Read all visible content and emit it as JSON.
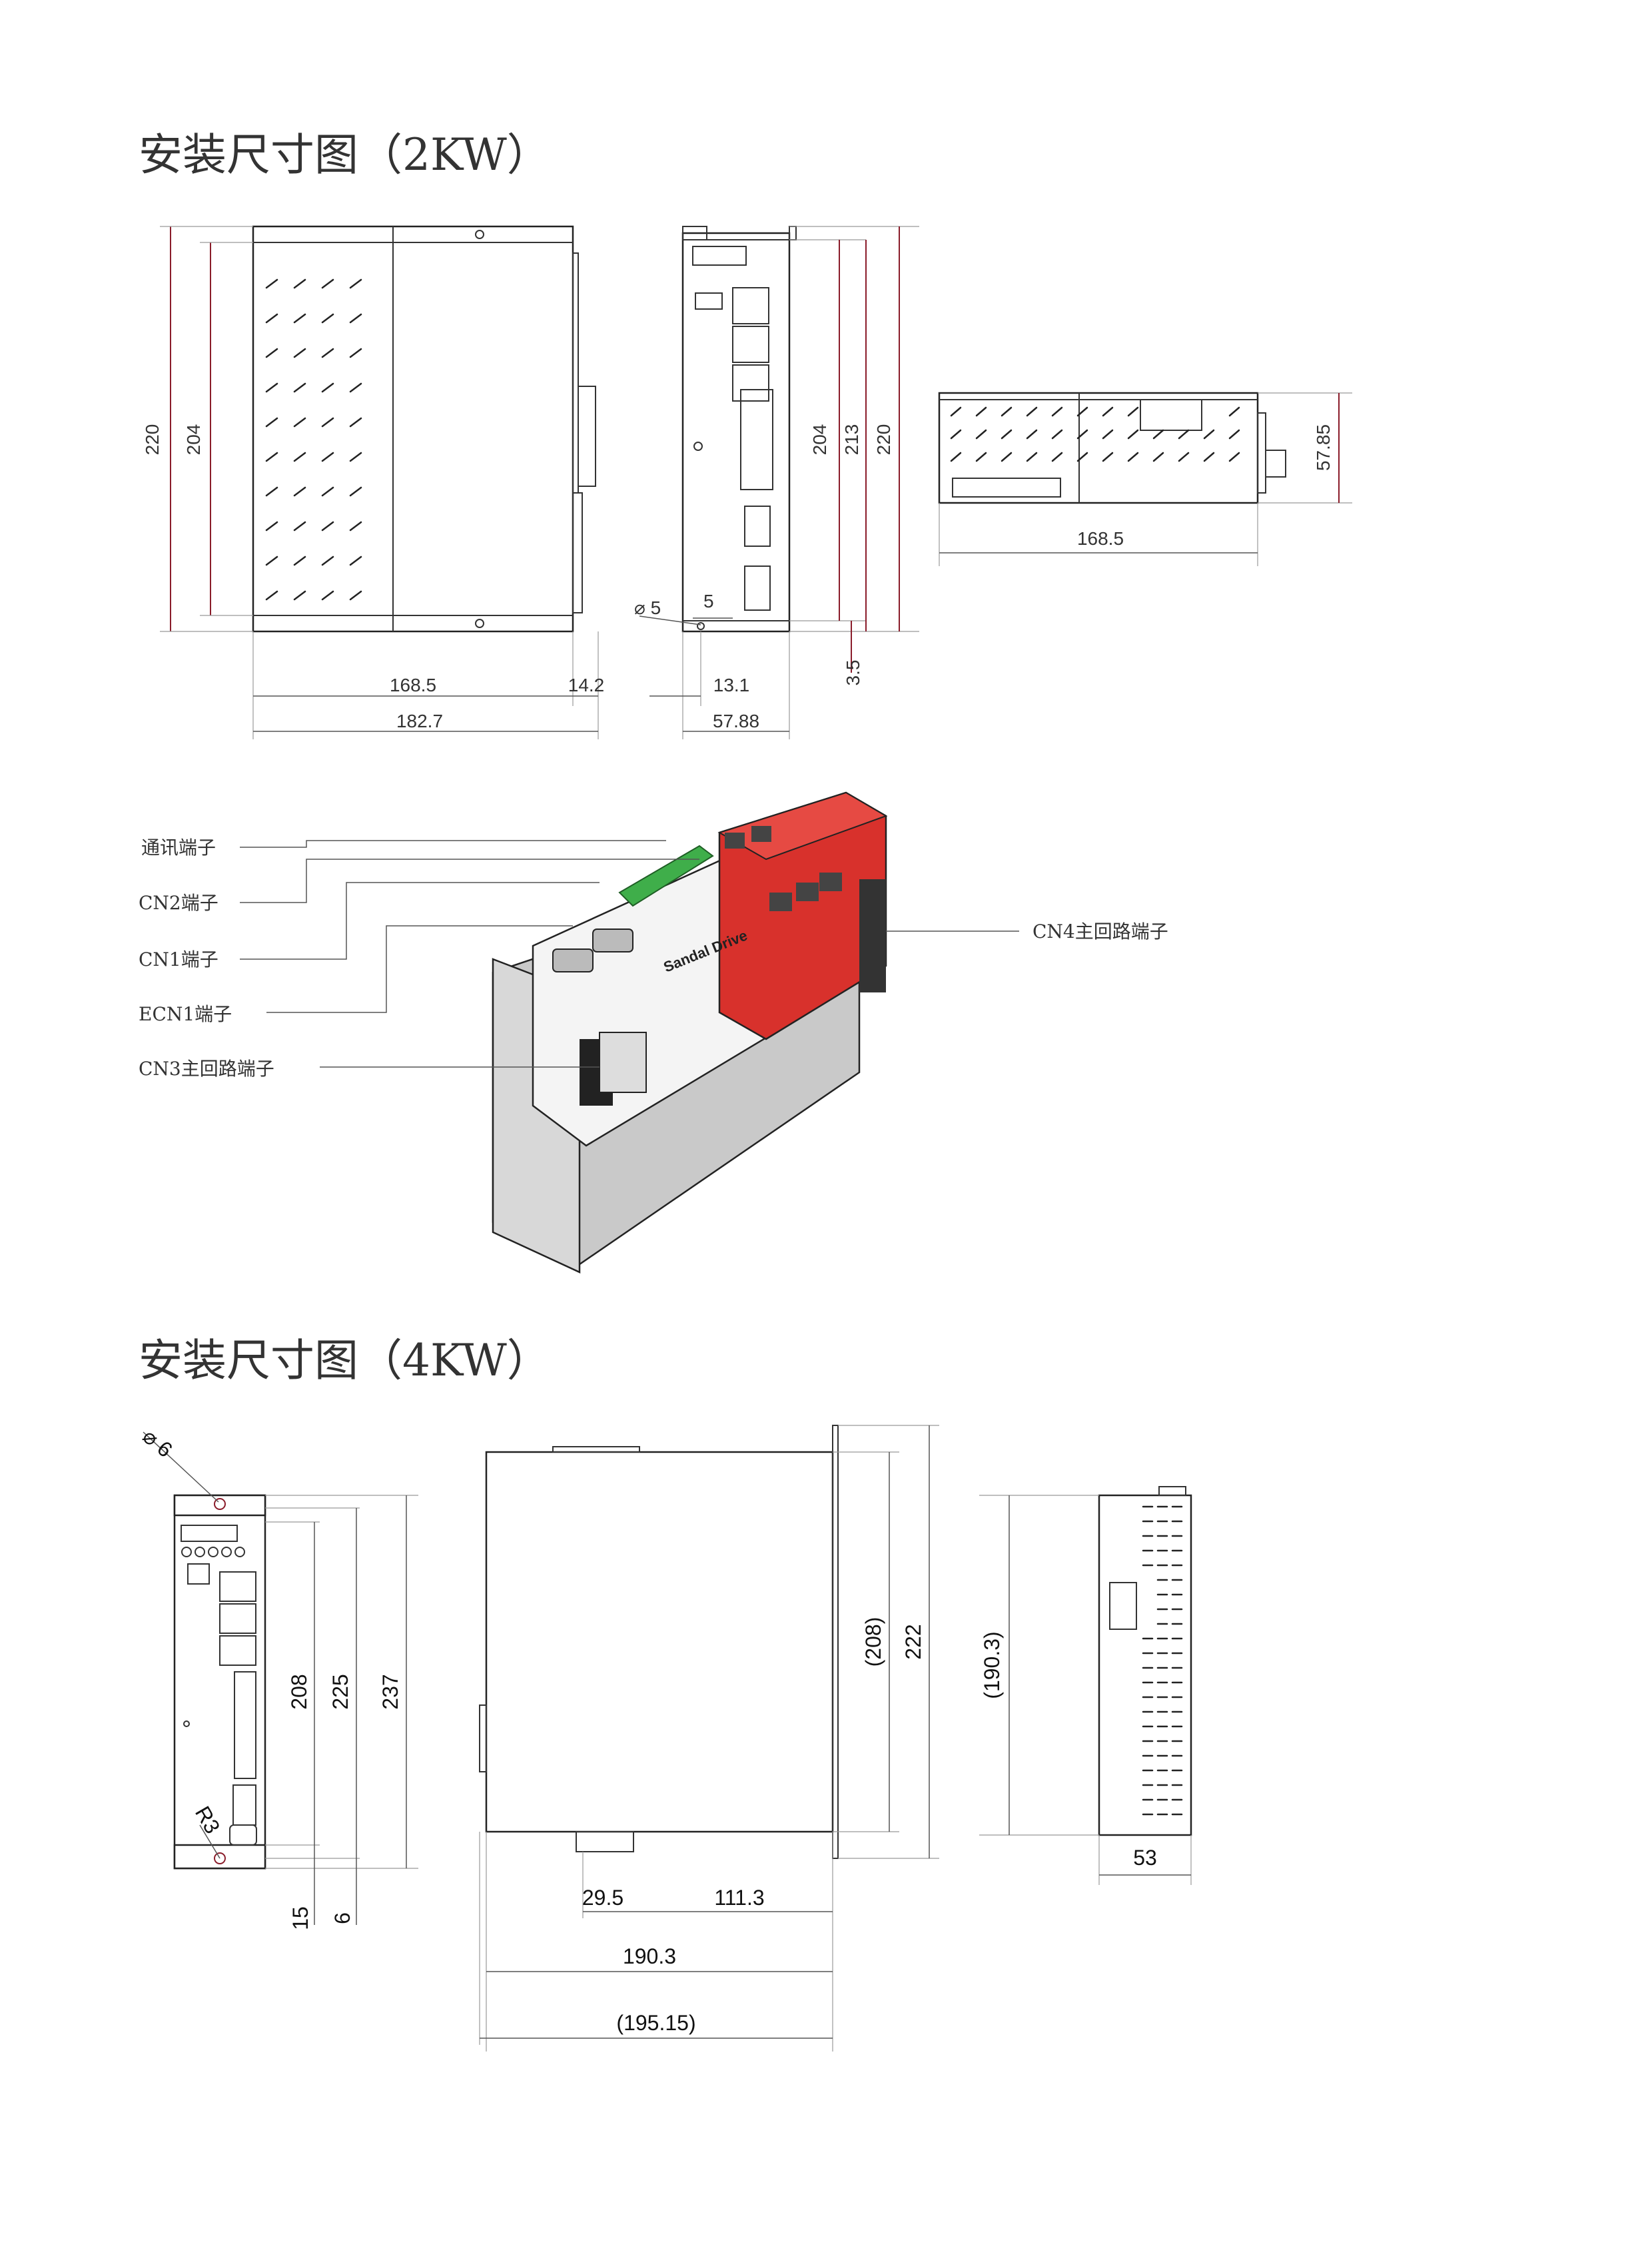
{
  "section_2kw": {
    "title": "安装尺寸图（2KW）",
    "dims": {
      "h220_left": "220",
      "h204_left": "204",
      "w168_5_bottom": "168.5",
      "w14_2": "14.2",
      "w182_7": "182.7",
      "hole_phi5": "⌀ 5",
      "hole_offset5": "5",
      "w13_1": "13.1",
      "w57_88": "57.88",
      "h204_front": "204",
      "h213_front": "213",
      "h220_front": "220",
      "h3_5": "3.5",
      "top_w168_5": "168.5",
      "top_h57_85": "57.85"
    },
    "callouts": {
      "comm": "通讯端子",
      "cn2": "CN2端子",
      "cn1": "CN1端子",
      "ecn1": "ECN1端子",
      "cn3": "CN3主回路端子",
      "cn4": "CN4主回路端子"
    },
    "product_label": "Sandal Drive"
  },
  "section_4kw": {
    "title": "安装尺寸图（4KW）",
    "dims": {
      "hole_phi6": "⌀ 6",
      "h208": "208",
      "h225": "225",
      "h237": "237",
      "r3": "R3",
      "h15": "15",
      "h6": "6",
      "w29_5": "29.5",
      "w111_3": "111.3",
      "w190_3": "190.3",
      "w195_15": "(195.15)",
      "h208_paren": "(208)",
      "h222": "222",
      "h190_3_paren": "(190.3)",
      "w53": "53"
    }
  },
  "colors": {
    "drive_red": "#d8312c",
    "dim_line_red": "#8a1c2a",
    "connector_green": "#3fae4a"
  }
}
